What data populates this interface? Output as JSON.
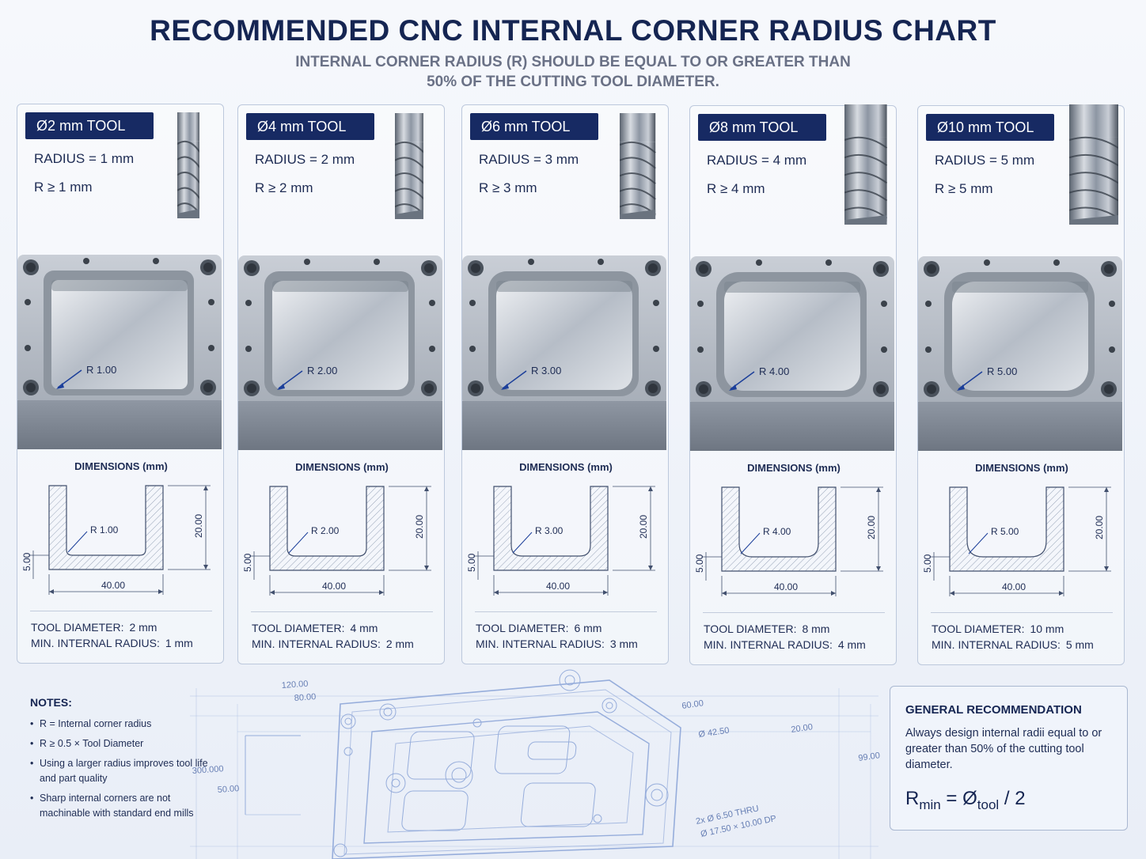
{
  "title": "RECOMMENDED CNC INTERNAL CORNER RADIUS CHART",
  "subtitle_line1": "INTERNAL CORNER RADIUS (R) SHOULD BE EQUAL TO OR GREATER THAN",
  "subtitle_line2": "50% OF THE CUTTING TOOL DIAMETER.",
  "dims_label": "DIMENSIONS (mm)",
  "dim_width": "40.00",
  "dim_height": "20.00",
  "dim_floor": "5.00",
  "tools": [
    {
      "badge": "Ø2 mm TOOL",
      "radius": "RADIUS = 1 mm",
      "rule": "R ≥ 1 mm",
      "callout": "R 1.00",
      "diameter_label": "TOOL DIAMETER:",
      "diameter_value": "2 mm",
      "min_label": "MIN. INTERNAL RADIUS:",
      "min_value": "1 mm",
      "tool_diameter_mm": 2,
      "radius_mm": 1
    },
    {
      "badge": "Ø4 mm TOOL",
      "radius": "RADIUS = 2 mm",
      "rule": "R ≥ 2 mm",
      "callout": "R 2.00",
      "diameter_label": "TOOL DIAMETER:",
      "diameter_value": "4 mm",
      "min_label": "MIN. INTERNAL RADIUS:",
      "min_value": "2 mm",
      "tool_diameter_mm": 4,
      "radius_mm": 2
    },
    {
      "badge": "Ø6 mm TOOL",
      "radius": "RADIUS = 3 mm",
      "rule": "R ≥ 3 mm",
      "callout": "R 3.00",
      "diameter_label": "TOOL DIAMETER:",
      "diameter_value": "6 mm",
      "min_label": "MIN. INTERNAL RADIUS:",
      "min_value": "3 mm",
      "tool_diameter_mm": 6,
      "radius_mm": 3
    },
    {
      "badge": "Ø8 mm TOOL",
      "radius": "RADIUS = 4 mm",
      "rule": "R ≥ 4 mm",
      "callout": "R 4.00",
      "diameter_label": "TOOL DIAMETER:",
      "diameter_value": "8 mm",
      "min_label": "MIN. INTERNAL RADIUS:",
      "min_value": "4 mm",
      "tool_diameter_mm": 8,
      "radius_mm": 4
    },
    {
      "badge": "Ø10 mm TOOL",
      "radius": "RADIUS = 5 mm",
      "rule": "R ≥ 5 mm",
      "callout": "R 5.00",
      "diameter_label": "TOOL DIAMETER:",
      "diameter_value": "10 mm",
      "min_label": "MIN. INTERNAL RADIUS:",
      "min_value": "5 mm",
      "tool_diameter_mm": 10,
      "radius_mm": 5
    }
  ],
  "notes": {
    "title": "NOTES:",
    "items": [
      "R = Internal corner radius",
      "R ≥ 0.5 × Tool Diameter",
      "Using a larger radius improves tool life and part quality",
      "Sharp internal corners are not machinable with standard end mills"
    ]
  },
  "blueprint": {
    "dim_a": "120.00",
    "dim_b": "80.00",
    "dim_c": "300.000",
    "dim_d": "50.00",
    "dim_e": "Ø 42.50",
    "dim_f": "60.00",
    "dim_g": "20.00",
    "dim_h": "99.00",
    "hole_line1": "2x Ø 6.50 THRU",
    "hole_line2": "Ø 17.50 × 10.00 DP"
  },
  "recommendation": {
    "title": "GENERAL RECOMMENDATION",
    "body": "Always design internal radii equal to or greater than 50% of the cutting tool diameter.",
    "formula_r": "R",
    "formula_r_sub": "min",
    "formula_eq": " = Ø",
    "formula_tool_sub": "tool",
    "formula_div": " / 2"
  },
  "colors": {
    "navy": "#152552",
    "badge": "#172a63",
    "blueprint_line": "#6f8fd0",
    "steel": "#9aa4b2"
  }
}
